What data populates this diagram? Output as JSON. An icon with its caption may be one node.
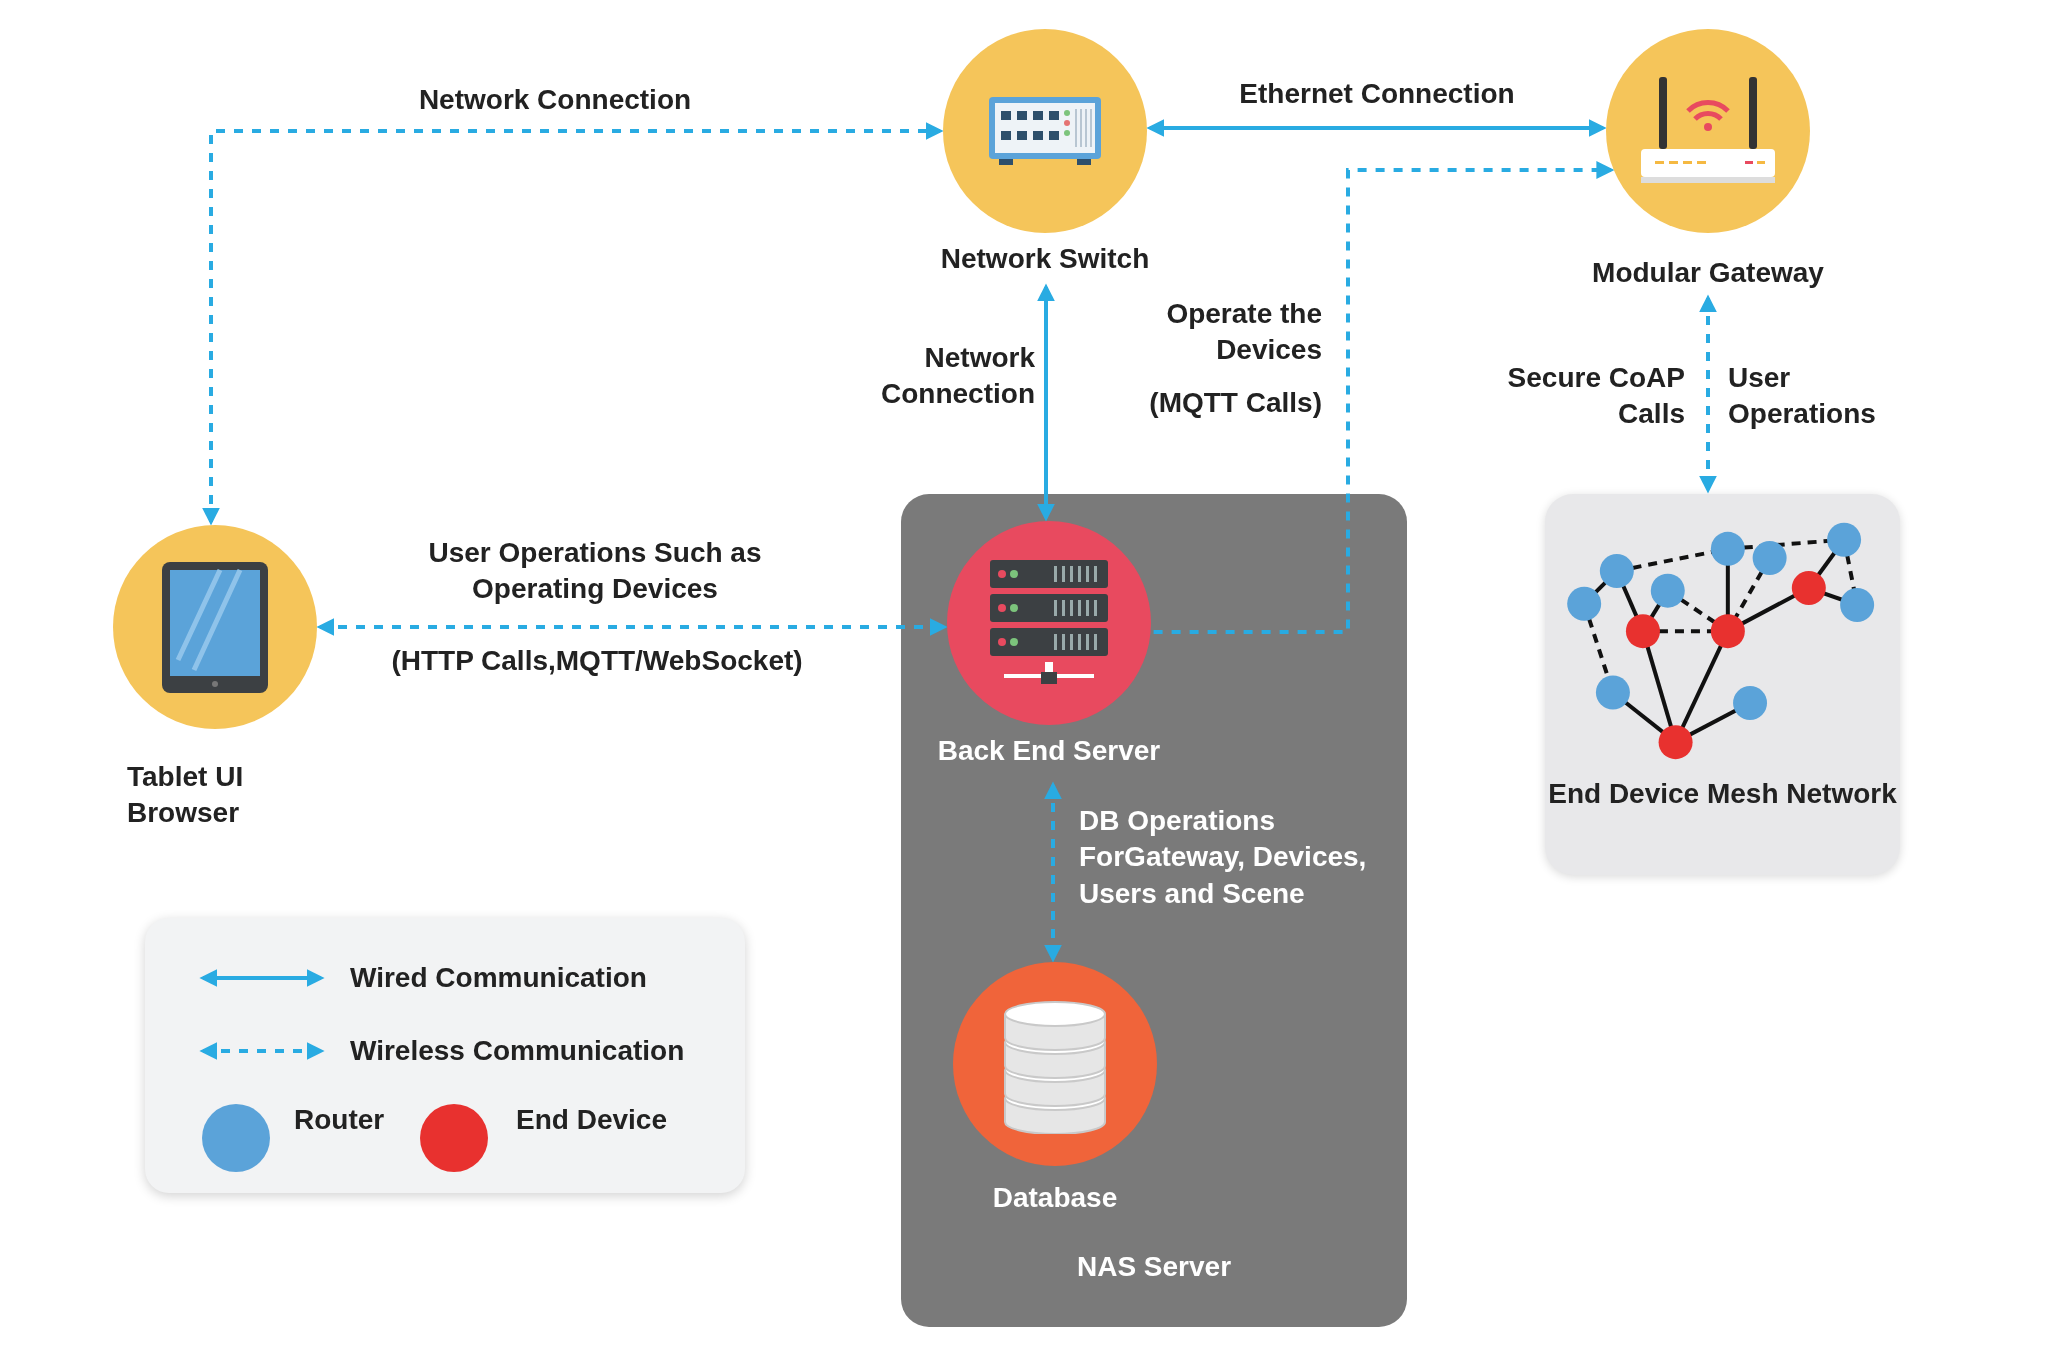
{
  "diagram": {
    "nodes": [
      {
        "text": [
          "Network Switch"
        ]
      },
      {
        "text": [
          "Modular Gateway"
        ]
      },
      {
        "text": [
          "Tablet UI Browser"
        ]
      },
      {
        "text": [
          "NAS Server"
        ]
      },
      {
        "text": [
          "Back End Server"
        ],
        "in": 3
      },
      {
        "text": [
          "Database"
        ],
        "in": 3
      },
      {
        "text": [
          "End Device Mesh Network"
        ]
      }
    ],
    "edges": [
      {
        "from": 2,
        "to": 0,
        "arrow": "both",
        "style": "dashed",
        "label": "Network Connection"
      },
      {
        "from": 0,
        "to": 1,
        "arrow": "both",
        "label": "Ethernet Connection"
      },
      {
        "from": 4,
        "to": 1,
        "arrow": "to",
        "style": "dashed",
        "label": "Operate the Devices"
      },
      {
        "from": 0,
        "to": 4,
        "arrow": "both",
        "label": "Network Connection"
      },
      {
        "from": 2,
        "to": 4,
        "arrow": "both",
        "style": "dashed",
        "label": "User Operations Such as Operating Devices"
      },
      {
        "from": 4,
        "to": 5,
        "arrow": "both",
        "style": "dashed",
        "label": "DB Operations ForGateway, Devices, Users and Scene"
      },
      {
        "from": 1,
        "to": 6,
        "arrow": "both",
        "style": "dashed",
        "label": "Secure CoAP Calls"
      }
    ],
    "labels": [
      "User Operations",
      "(MQTT Calls)",
      "(HTTP Calls,MQTT/WebSocket)"
    ],
    "legend": [
      {
        "text": "Wired Communication"
      },
      {
        "text": "Wireless Communication"
      },
      {
        "text": "Router",
        "color": "#5ba3d9"
      },
      {
        "text": "End Device",
        "color": "#e8312f"
      }
    ]
  }
}
